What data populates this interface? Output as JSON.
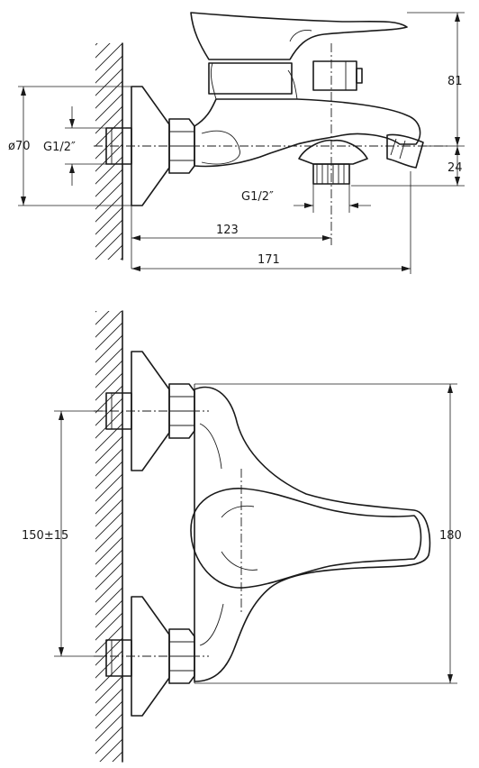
{
  "top_view": {
    "dim_diameter": "ø70",
    "dim_thread_left": "G1/2″",
    "dim_thread_bottom": "G1/2″",
    "dim_height_top": "81",
    "dim_height_outlet": "24",
    "dim_depth_123": "123",
    "dim_depth_171": "171"
  },
  "front_view": {
    "dim_center_distance": "150±15",
    "dim_height": "180"
  }
}
